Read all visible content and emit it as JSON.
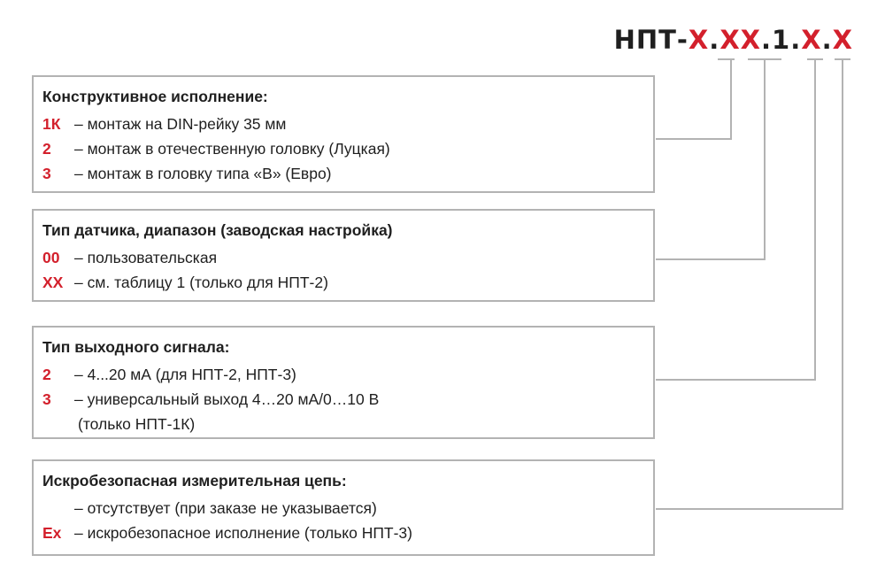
{
  "code": {
    "prefix": "НПТ-",
    "seg1": "Х",
    "dot1": ".",
    "seg2": "ХХ",
    "mid": ".1.",
    "seg3": "Х",
    "dot2": ".",
    "seg4": "Х"
  },
  "sections": [
    {
      "title": "Конструктивное исполнение:",
      "items": [
        {
          "code": "1К",
          "text": "– монтаж на DIN-рейку 35 мм"
        },
        {
          "code": "2",
          "text": "– монтаж в отечественную головку (Луцкая)"
        },
        {
          "code": "3",
          "text": "– монтаж в головку типа «В» (Евро)"
        }
      ]
    },
    {
      "title": "Тип датчика, диапазон (заводская настройка)",
      "items": [
        {
          "code": "00",
          "text": "– пользовательская"
        },
        {
          "code": "XX",
          "text": "– см. таблицу 1 (только для НПТ-2)"
        }
      ]
    },
    {
      "title": "Тип выходного сигнала:",
      "items": [
        {
          "code": "2",
          "text": "– 4...20 мА (для НПТ-2, НПТ-3)"
        },
        {
          "code": "3",
          "text": "– универсальный выход 4…20 мА/0…10 В"
        }
      ],
      "continuation": "(только НПТ-1К)"
    },
    {
      "title": "Искробезопасная измерительная цепь:",
      "items": [
        {
          "code": "",
          "text": "– отсутствует (при заказе не указывается)"
        },
        {
          "code": "Ex",
          "text": "– искробезопасное исполнение (только НПТ-3)"
        }
      ]
    }
  ],
  "colors": {
    "accent": "#d3202c",
    "border": "#b3b3b3",
    "text": "#1f1f1f"
  }
}
